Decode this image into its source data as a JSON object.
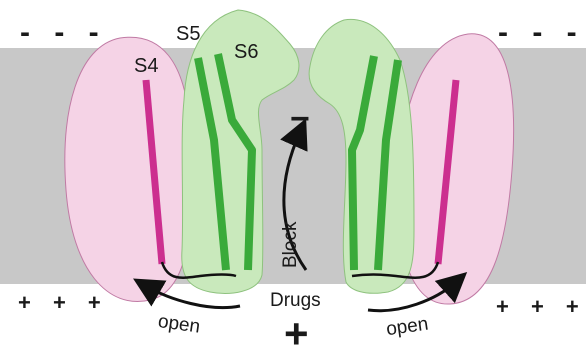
{
  "diagram": {
    "top_charges_left": "- - -",
    "top_charges_right": "- - -",
    "bottom_charges_left": "+ + +",
    "bottom_charges_right": "+ + +",
    "label_s4": "S4",
    "label_s5": "S5",
    "label_s6": "S6",
    "label_block": "Block",
    "label_drugs": "Drugs",
    "label_open_left": "open",
    "label_open_right": "open",
    "sign_minus": "−",
    "sign_plus": "+"
  },
  "colors": {
    "membrane": "#c8c8c8",
    "voltage_sensor_fill": "#f5d3e6",
    "voltage_sensor_stroke": "#c07aa4",
    "s4_helix": "#cc2f8f",
    "pore_domain_fill": "#c9e9bc",
    "pore_domain_stroke": "#8ec27e",
    "pore_helix": "#3aaa3a",
    "arrow": "#111111"
  }
}
